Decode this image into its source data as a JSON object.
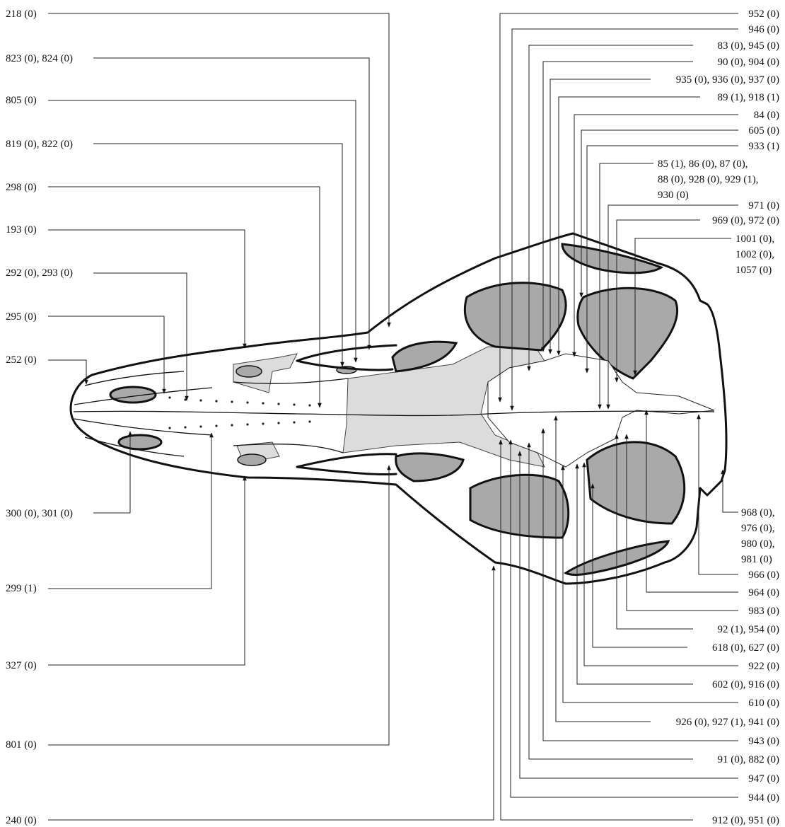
{
  "labels_left": [
    "218 (0)",
    "823 (0), 824 (0)",
    "805 (0)",
    "819 (0), 822 (0)",
    "298 (0)",
    "193 (0)",
    "292 (0), 293 (0)",
    "295 (0)",
    "252 (0)",
    "300 (0), 301 (0)",
    "299 (1)",
    "327 (0)",
    "801 (0)",
    "240 (0)"
  ],
  "labels_right_top": [
    "952 (0)",
    "946 (0)",
    "83 (0), 945 (0)",
    "90 (0), 904 (0)",
    "935 (0), 936 (0), 937 (0)",
    "89 (1), 918 (1)",
    "84 (0)",
    "605 (0)",
    "933 (1)",
    [
      "85 (1), 86 (0), 87 (0),",
      "88 (0), 928 (0), 929 (1),",
      "930 (0)"
    ],
    "971 (0)",
    "969 (0), 972 (0)",
    [
      "1001 (0),",
      "1002 (0),",
      "1057 (0)"
    ]
  ],
  "labels_right_bottom": [
    [
      "968 (0),",
      "976 (0),",
      "980 (0),",
      "981 (0)"
    ],
    "966 (0)",
    "964 (0)",
    "983 (0)",
    "92 (1), 954 (0)",
    "618 (0), 627 (0)",
    "922 (0)",
    "602 (0), 916 (0)",
    "610 (0)",
    "926 (0), 927 (1), 941 (0)",
    "943 (0)",
    "91 (0), 882 (0)",
    "947 (0)",
    "944 (0)",
    "912 (0), 951 (0)"
  ]
}
